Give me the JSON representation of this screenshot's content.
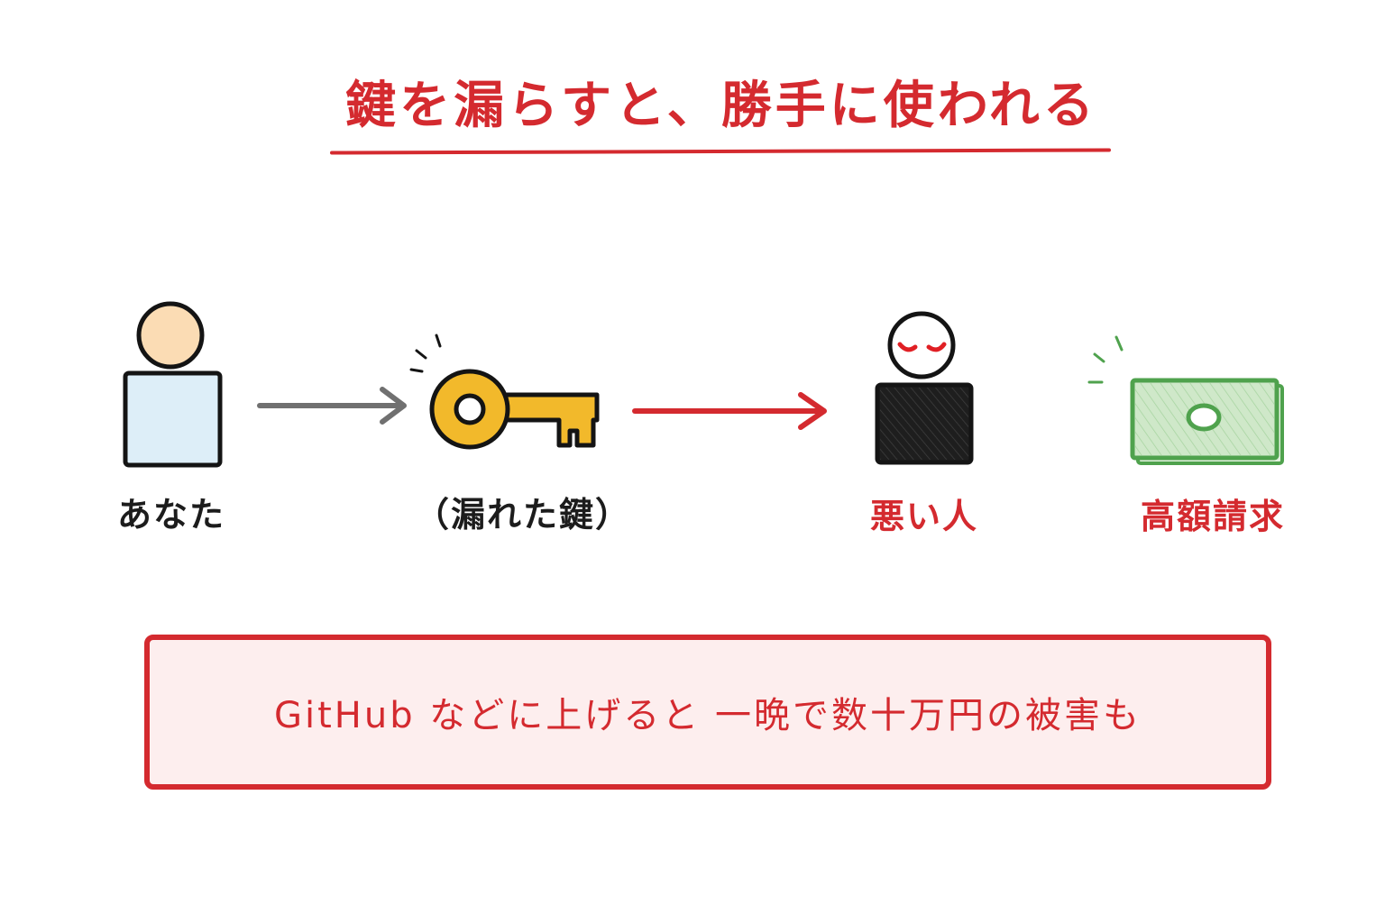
{
  "title": "鍵を漏らすと、勝手に使われる",
  "nodes": {
    "you": {
      "label": "あなた"
    },
    "leaked_key": {
      "label": "（漏れた鍵）"
    },
    "bad_person": {
      "label": "悪い人"
    },
    "high_bill": {
      "label": "高額請求"
    }
  },
  "warning": {
    "text": "GitHub などに上げると 一晩で数十万円の被害も"
  },
  "colors": {
    "accent_red": "#d42a2f",
    "arrow_gray": "#707070",
    "key_gold": "#f2b92b",
    "person_face": "#fbdcb4",
    "person_body": "#ddeef8",
    "bill_green": "#4fa24d",
    "bill_fill": "#cfe8c9",
    "warning_bg": "#fdeeee",
    "outline": "#141414"
  },
  "icons": {
    "you": "person-icon",
    "leaked_key": "key-icon",
    "bad_person": "villain-icon",
    "high_bill": "banknote-icon"
  }
}
